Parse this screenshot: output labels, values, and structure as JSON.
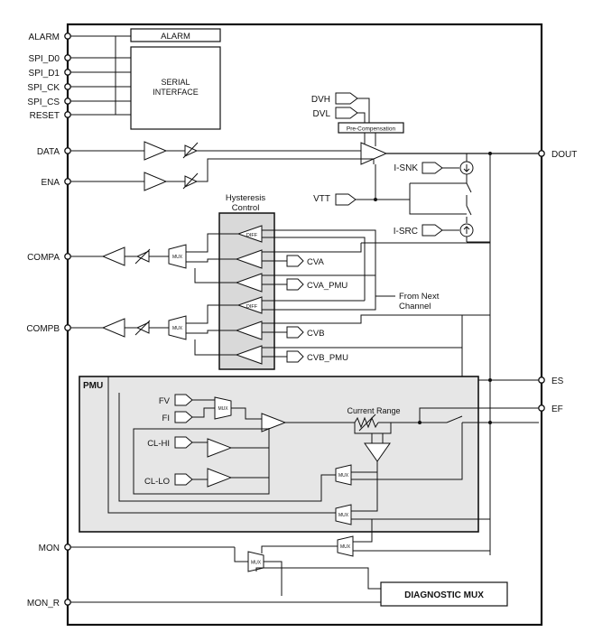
{
  "pins_left": {
    "alarm": "ALARM",
    "spi_d0": "SPI_D0",
    "spi_d1": "SPI_D1",
    "spi_ck": "SPI_CK",
    "spi_cs": "SPI_CS",
    "reset": "RESET",
    "data": "DATA",
    "ena": "ENA",
    "compa": "COMPA",
    "compb": "COMPB",
    "mon": "MON",
    "mon_r": "MON_R"
  },
  "pins_right": {
    "dout": "DOUT",
    "es": "ES",
    "ef": "EF"
  },
  "blocks": {
    "alarm_box": "ALARM",
    "serial_line1": "SERIAL",
    "serial_line2": "INTERFACE",
    "pre_comp": "Pre-Compensation",
    "hyst_line1": "Hysteresis",
    "hyst_line2": "Control",
    "pmu": "PMU",
    "current_range": "Current Range",
    "diag_mux": "DIAGNOSTIC MUX",
    "from_next_1": "From Next",
    "from_next_2": "Channel"
  },
  "signals": {
    "dvh": "DVH",
    "dvl": "DVL",
    "isnk": "I-SNK",
    "vtt": "VTT",
    "isrc": "I-SRC",
    "cva": "CVA",
    "cva_pmu": "CVA_PMU",
    "cvb": "CVB",
    "cvb_pmu": "CVB_PMU",
    "fv": "FV",
    "fi": "FI",
    "clhi": "CL-HI",
    "cllo": "CL-LO",
    "diff": "DIFF",
    "mux": "MUX"
  }
}
